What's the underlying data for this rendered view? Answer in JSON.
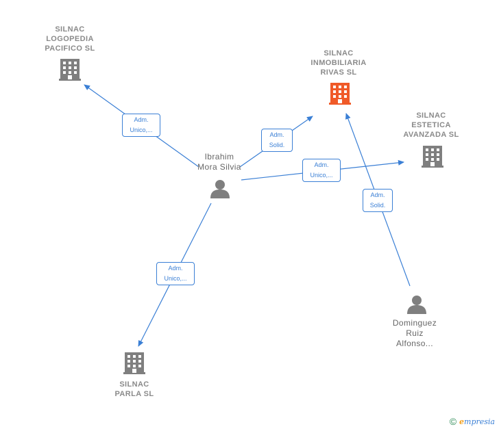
{
  "companies": {
    "logopedia": {
      "label": "SILNAC\nLOGOPEDIA\nPACIFICO  SL",
      "color": "#7f7f7f"
    },
    "inmobiliaria": {
      "label": "SILNAC\nINMOBILIARIA\nRIVAS  SL",
      "color": "#f05a28"
    },
    "estetica": {
      "label": "SILNAC\nESTETICA\nAVANZADA  SL",
      "color": "#7f7f7f"
    },
    "parla": {
      "label": "SILNAC\nPARLA  SL",
      "color": "#7f7f7f"
    }
  },
  "people": {
    "ibrahim": {
      "label": "Ibrahim\nMora Silvia",
      "color": "#7f7f7f"
    },
    "dominguez": {
      "label": "Dominguez\nRuiz\nAlfonso...",
      "color": "#7f7f7f"
    }
  },
  "edges": {
    "e1": {
      "label": "Adm.\nUnico,..."
    },
    "e2": {
      "label": "Adm.\nSolid."
    },
    "e3": {
      "label": "Adm.\nUnico,..."
    },
    "e4": {
      "label": "Adm.\nUnico,..."
    },
    "e5": {
      "label": "Adm.\nSolid."
    }
  },
  "edge_color": "#3a7fd5",
  "footer": {
    "copyright": "©",
    "brand_initial": "e",
    "brand_rest": "mpresia"
  }
}
